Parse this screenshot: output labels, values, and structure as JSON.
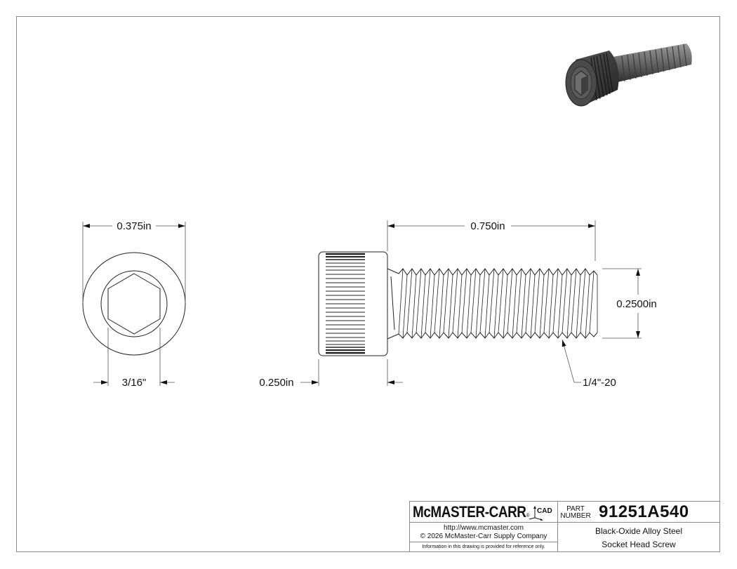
{
  "sheet": {
    "border_color": "#8a8a8a"
  },
  "views": {
    "end_view": {
      "head_diameter": "0.375in",
      "hex_socket": "3/16\""
    },
    "side_view": {
      "length": "0.750in",
      "head_height": "0.250in",
      "thread_diameter": "0.2500in",
      "thread_callout": "1/4\"-20"
    },
    "iso_view": {
      "label": "isometric-render"
    }
  },
  "title_block": {
    "brand": "McMASTER-CARR",
    "brand_reg": "®",
    "cad_label": "CAD",
    "url": "http://www.mcmaster.com",
    "copyright": "© 2026 McMaster-Carr Supply Company",
    "disclaimer": "Information in this drawing is provided for reference only.",
    "part_label_1": "PART",
    "part_label_2": "NUMBER",
    "part_number": "91251A540",
    "description_1": "Black-Oxide Alloy Steel",
    "description_2": "Socket Head Screw"
  }
}
